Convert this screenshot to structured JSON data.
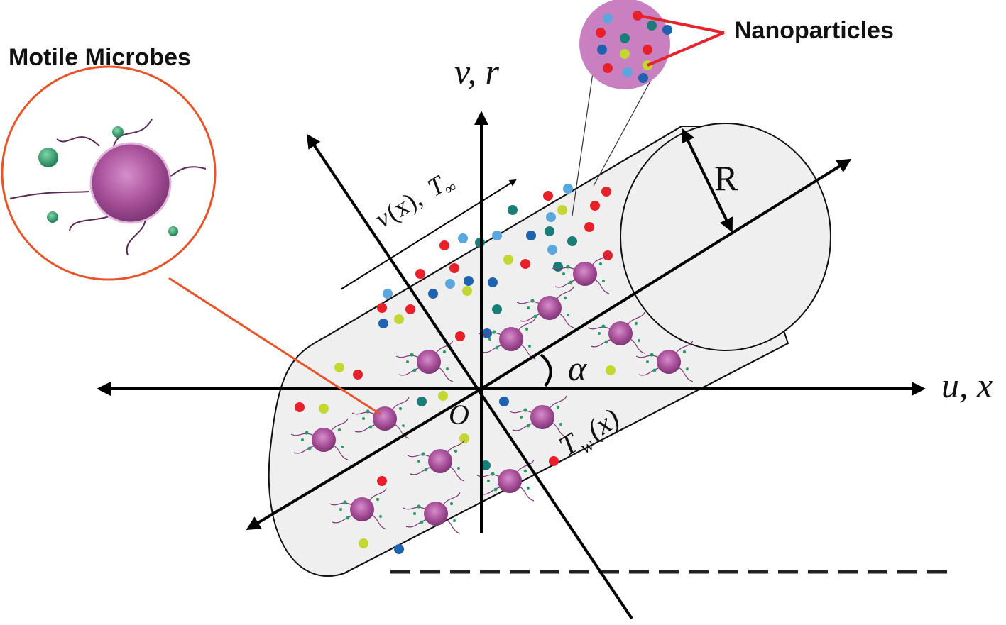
{
  "labels": {
    "microbes": "Motile Microbes",
    "nanoparticles": "Nanoparticles",
    "axis_vertical": "v, r",
    "axis_horizontal": "u, x",
    "radius": "R",
    "angle": "α",
    "origin": "O",
    "velocity_temp_v": "v",
    "velocity_temp_x": "(x),",
    "velocity_temp_T": "T",
    "velocity_temp_sub": "∞",
    "wall_temp_T": "T",
    "wall_temp_sub": "w",
    "wall_temp_x": "(x)"
  },
  "colors": {
    "particle_red": "#e8202a",
    "particle_blue": "#1f63b0",
    "particle_lightblue": "#5aa7e0",
    "particle_teal": "#1a7d78",
    "particle_yellow": "#c3d82e",
    "microbe_body": "#a8509a",
    "microbe_green": "#2a9a6a",
    "callout_orange": "#e8542a",
    "callout_red": "#e3242b",
    "cylinder_fill": "#efefef",
    "zoom_fill": "#c980c0"
  }
}
